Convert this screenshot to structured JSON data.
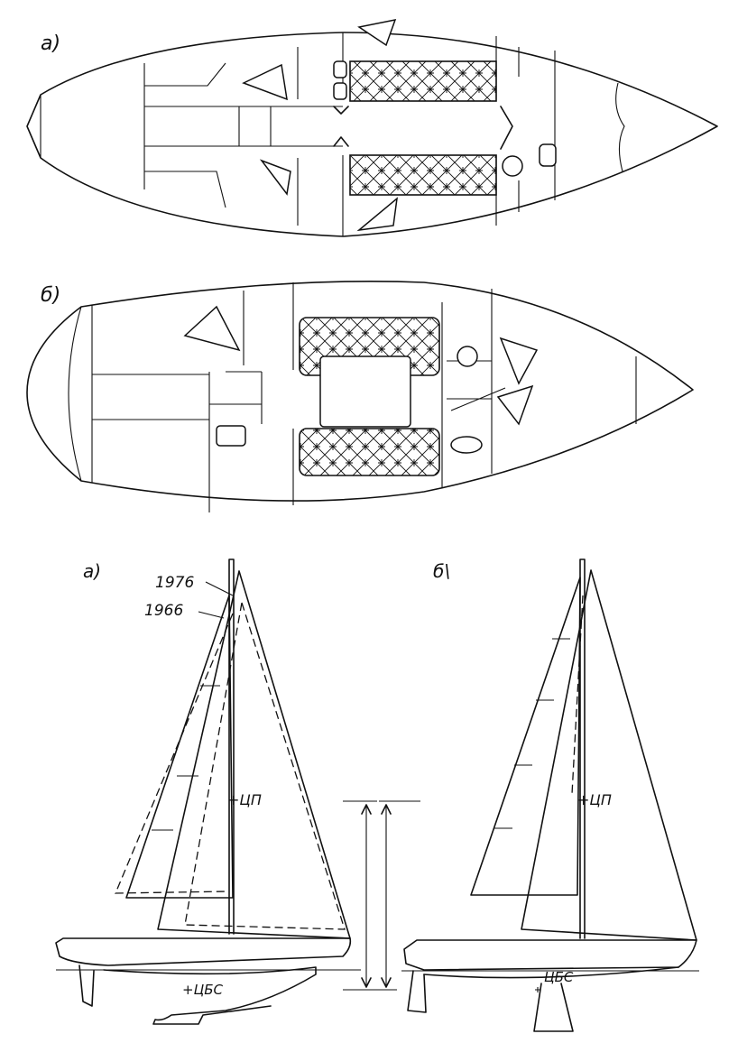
{
  "labels": {
    "plan_a": "а)",
    "plan_b": "б)",
    "sail_a": "а)",
    "sail_b": "б\\"
  },
  "years": {
    "new": "1976",
    "old": "1966"
  },
  "marks": {
    "cp_a": "+ЦП",
    "cp_b": "+ЦП",
    "clr_a": "+ЦБС",
    "clr_b": "ЦБС"
  }
}
